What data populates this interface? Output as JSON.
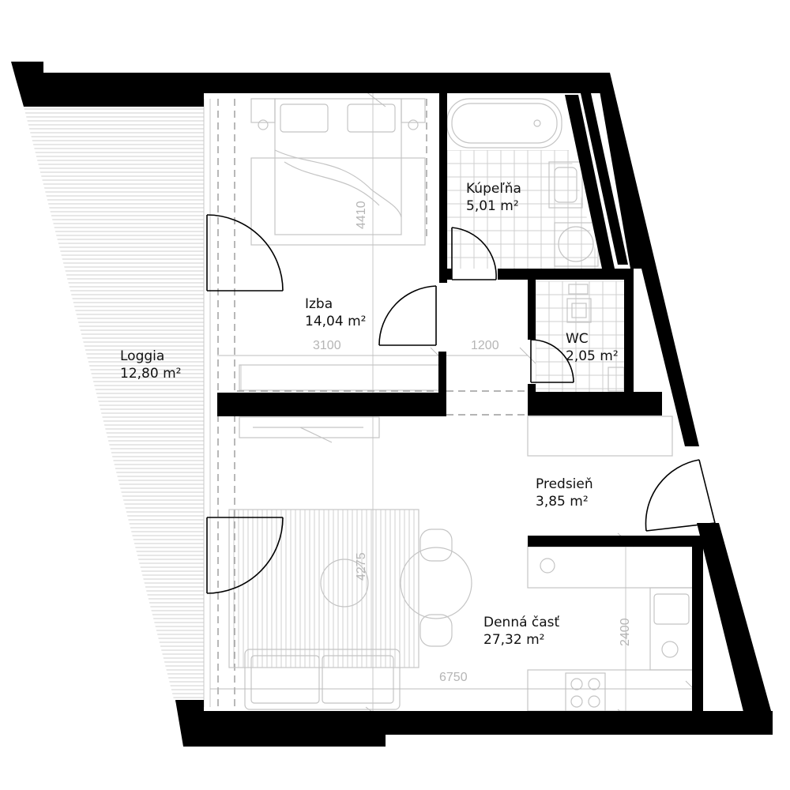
{
  "rooms": {
    "loggia": {
      "name": "Loggia",
      "area": "12,80 m²"
    },
    "izba": {
      "name": "Izba",
      "area": "14,04 m²"
    },
    "kupelna": {
      "name": "Kúpeľňa",
      "area": "5,01 m²"
    },
    "wc": {
      "name": "WC",
      "area": "2,05 m²"
    },
    "predsien": {
      "name": "Predsieň",
      "area": "3,85 m²"
    },
    "denna": {
      "name": "Denná časť",
      "area": "27,32 m²"
    }
  },
  "dimensions": {
    "izba_height": "4410",
    "izba_width": "3100",
    "corridor_width": "1200",
    "living_height": "4275",
    "living_width": "6750",
    "kitchen_height": "2400"
  },
  "colors": {
    "wall": "#000000",
    "furniture": "#c4c4c4",
    "dimension": "#b5b5b5"
  }
}
